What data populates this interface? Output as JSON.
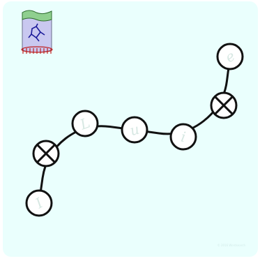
{
  "colors": {
    "board_background": "#eafffd",
    "path_stroke": "#111111",
    "tile_fill": "#ffffff",
    "letter_color": "#d7e8e3",
    "jar_fill": "#c9c8f0",
    "jar_lid": "#8fcf8f",
    "jar_rim": "#c02020",
    "molecule": "#1a1a9a"
  },
  "tiles": [
    {
      "kind": "letter",
      "letter": "I",
      "rotation": -30
    },
    {
      "kind": "blocked",
      "letter": ""
    },
    {
      "kind": "letter",
      "letter": "L",
      "rotation": -20
    },
    {
      "kind": "letter",
      "letter": "u",
      "rotation": -15
    },
    {
      "kind": "letter",
      "letter": "i",
      "rotation": 10
    },
    {
      "kind": "blocked",
      "letter": ""
    },
    {
      "kind": "letter",
      "letter": "e",
      "rotation": -30
    }
  ],
  "jar_icon": "specimen-jar-icon",
  "credit_text": "© 2016 Wordsearch"
}
